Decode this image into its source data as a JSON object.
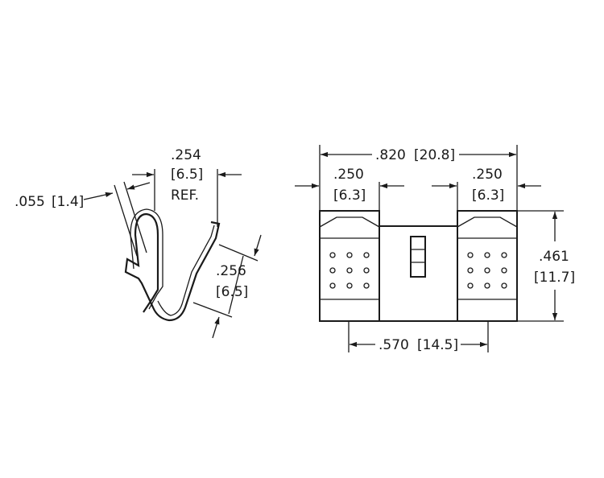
{
  "side_view": {
    "thickness": {
      "inch": ".055",
      "mm": "[1.4]"
    },
    "width": {
      "inch": ".254",
      "mm": "[6.5]",
      "note": "REF."
    },
    "height": {
      "inch": ".256",
      "mm": "[6.5]"
    }
  },
  "front_view": {
    "overall_length": {
      "inch": ".820",
      "mm": "[20.8]"
    },
    "left_clip_width": {
      "inch": ".250",
      "mm": "[6.3]"
    },
    "right_clip_width": {
      "inch": ".250",
      "mm": "[6.3]"
    },
    "height": {
      "inch": ".461",
      "mm": "[11.7]"
    },
    "clip_spacing": {
      "inch": ".570",
      "mm": "[14.5]"
    }
  }
}
